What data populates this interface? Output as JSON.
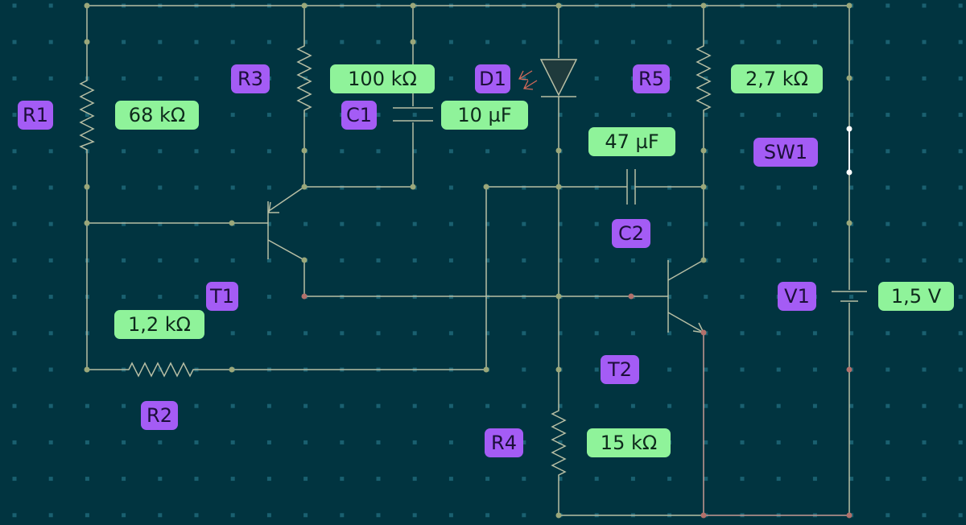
{
  "colors": {
    "background": "#013440",
    "grid_dot": "#1a6070",
    "wire": "#b7bea4",
    "wire_active": "#c59a93",
    "node": "#9aa77a",
    "node_active": "#b2706b",
    "designator_bg": "#a45cf5",
    "value_bg": "#8ff39a",
    "switch_contact": "#ffffff"
  },
  "components": {
    "R1": {
      "designator": "R1",
      "value": "68 kΩ",
      "icon": "resistor-icon"
    },
    "R2": {
      "designator": "R2",
      "value": "1,2 kΩ",
      "icon": "resistor-icon"
    },
    "R3": {
      "designator": "R3",
      "value": "100 kΩ",
      "icon": "resistor-icon"
    },
    "R4": {
      "designator": "R4",
      "value": "15 kΩ",
      "icon": "resistor-icon"
    },
    "R5": {
      "designator": "R5",
      "value": "2,7 kΩ",
      "icon": "resistor-icon"
    },
    "C1": {
      "designator": "C1",
      "value": "10 µF",
      "icon": "capacitor-icon"
    },
    "C2": {
      "designator": "C2",
      "value": "47 µF",
      "icon": "capacitor-icon"
    },
    "D1": {
      "designator": "D1",
      "icon": "led-icon"
    },
    "T1": {
      "designator": "T1",
      "icon": "pnp-transistor-icon"
    },
    "T2": {
      "designator": "T2",
      "icon": "npn-transistor-icon"
    },
    "SW1": {
      "designator": "SW1",
      "icon": "switch-icon"
    },
    "V1": {
      "designator": "V1",
      "value": "1,5 V",
      "icon": "battery-icon"
    }
  }
}
